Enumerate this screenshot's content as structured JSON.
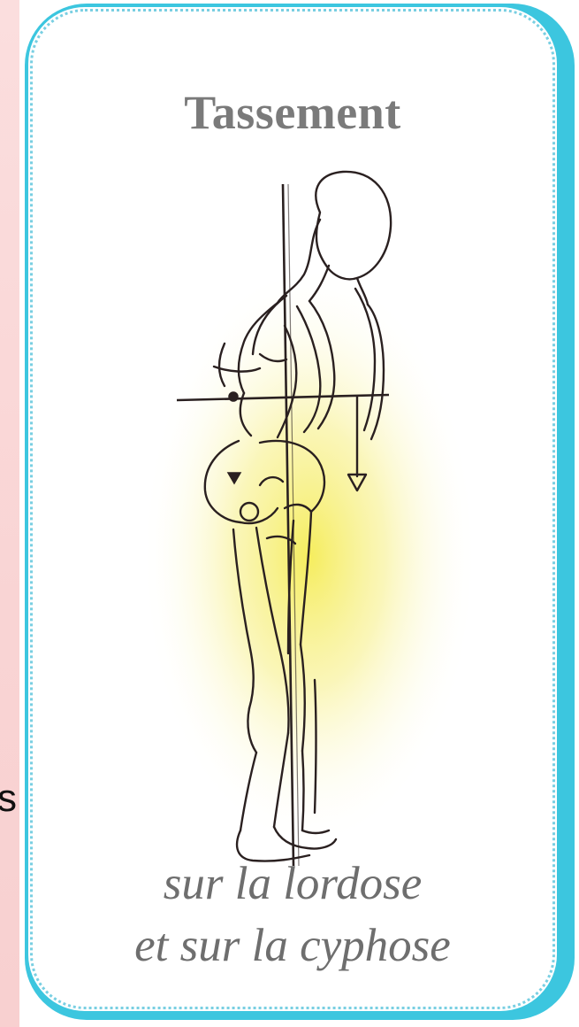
{
  "title": "Tassement",
  "caption": {
    "line1": "sur la lordose",
    "line2": "et sur la cyphose"
  },
  "edge_fragment": "s",
  "colors": {
    "frame": "#3cc6df",
    "dotted_border": "#79cfe2",
    "title_text": "#7a7a7a",
    "caption_text": "#6e6e6e",
    "glow": "#f5ec55",
    "left_strip": "#f9d4d4",
    "line_art": "#2a2020"
  },
  "icons": {
    "figure": "hunched-standing-human-figure-icon",
    "plumb_arrow": "downward-arrow-icon"
  }
}
